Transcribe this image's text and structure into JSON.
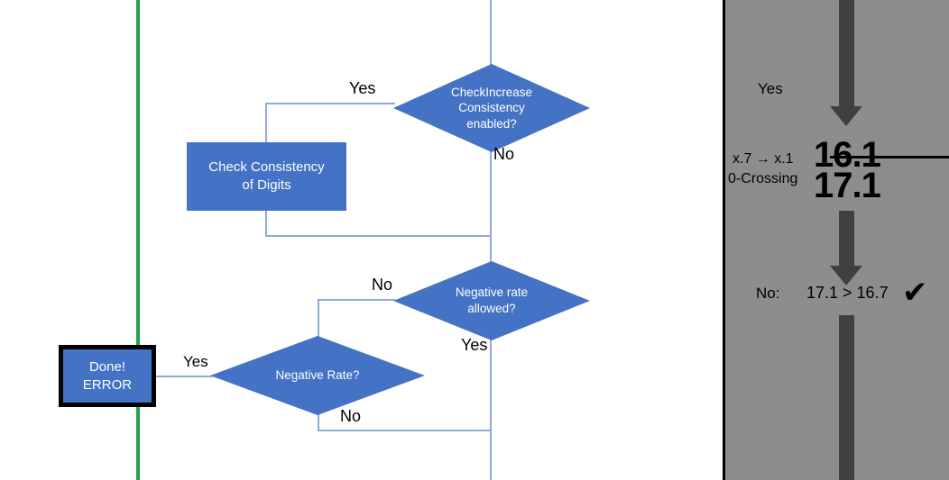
{
  "colors": {
    "shape_fill": "#4472C4",
    "connector": "#8FAADC",
    "green_divider": "#22A34A",
    "panel_background": "#8d8d8d",
    "arrow": "#404040",
    "text_on_shape": "#FFFFFF",
    "text_on_canvas": "#000000"
  },
  "flowchart": {
    "nodes": [
      {
        "id": "check-increase-consistency-decision",
        "type": "decision",
        "lines": [
          "CheckIncrease",
          "Consistency",
          "enabled?"
        ]
      },
      {
        "id": "check-consistency-of-digits-process",
        "type": "process",
        "lines": [
          "Check Consistency",
          "of Digits"
        ]
      },
      {
        "id": "negative-rate-allowed-decision",
        "type": "decision",
        "lines": [
          "Negative rate",
          "allowed?"
        ]
      },
      {
        "id": "negative-rate-decision",
        "type": "decision",
        "lines": [
          "Negative Rate?"
        ]
      },
      {
        "id": "done-error-terminator",
        "type": "process-bordered",
        "lines": [
          "Done!",
          "ERROR"
        ]
      }
    ],
    "edge_labels": {
      "check_increase_yes": "Yes",
      "check_increase_no": "No",
      "negative_rate_allowed_no": "No",
      "negative_rate_allowed_yes": "Yes",
      "negative_rate_no": "No",
      "done_error_yes": "Yes"
    }
  },
  "panel": {
    "branch_label": "Yes",
    "rows": [
      {
        "label": "x.7 → x.1",
        "value": "16.1",
        "struck": true
      },
      {
        "label": "0-Crossing",
        "value": "17.1",
        "struck": false
      }
    ],
    "comparison": {
      "prefix": "No:",
      "expression": "17.1 > 16.7",
      "mark": "✔"
    }
  }
}
